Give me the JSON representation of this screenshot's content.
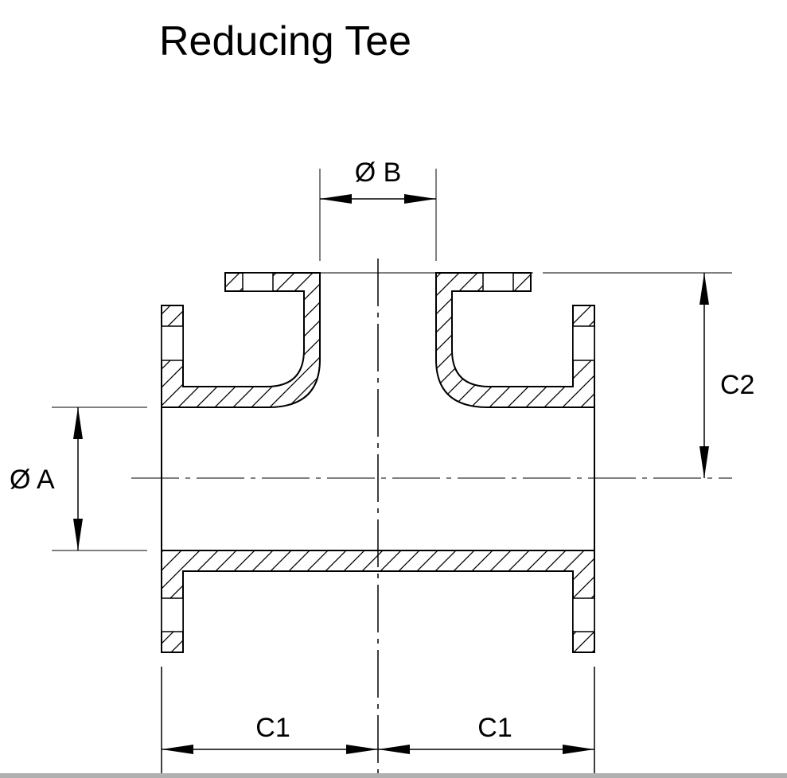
{
  "title": "Reducing Tee",
  "dimensions": {
    "dia_a": "Ø A",
    "dia_b": "Ø B",
    "c2": "C2",
    "c1_left": "C1",
    "c1_right": "C1"
  },
  "colors": {
    "line": "#000000",
    "background": "#ffffff"
  }
}
